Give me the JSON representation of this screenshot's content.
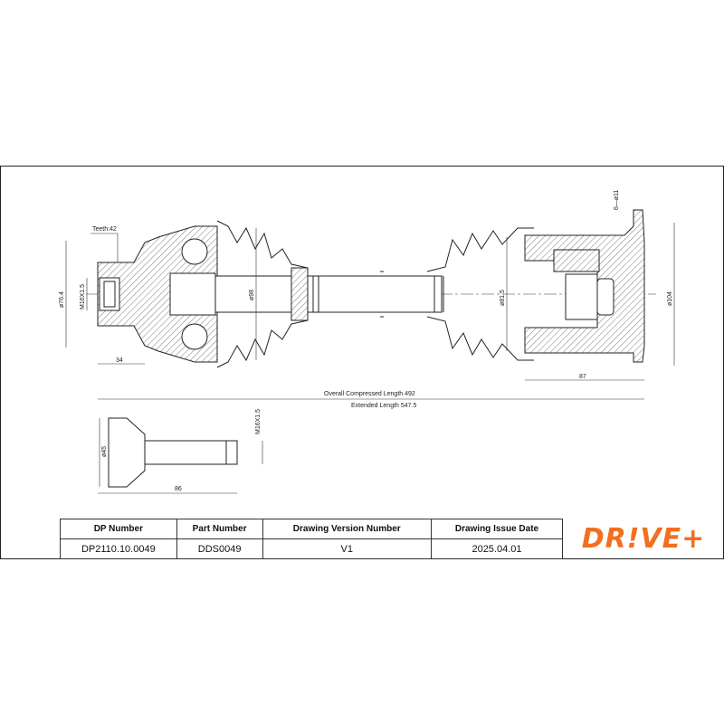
{
  "drawing": {
    "teeth_label": "Teeth:42",
    "dims": {
      "d_outer_left": "ø76.4",
      "thread_left": "M16X1.5",
      "d_boot_left": "ø98",
      "len_34": "34",
      "d_boot_right": "ø81.5",
      "d_flange": "ø104",
      "holes": "6—ø11",
      "len_87": "87",
      "overall": "Overall Compressed Length 492",
      "extended": "Extended Length 547.5",
      "bolt_d": "ø45",
      "bolt_thread": "M16X1.5",
      "bolt_len": "86"
    }
  },
  "title_block": {
    "headers": [
      "DP Number",
      "Part Number",
      "Drawing Version Number",
      "Drawing Issue Date"
    ],
    "values": [
      "DP2110.10.0049",
      "DDS0049",
      "V1",
      "2025.04.01"
    ],
    "logo": "DR!VE+"
  },
  "colors": {
    "brand": "#f26f21"
  }
}
